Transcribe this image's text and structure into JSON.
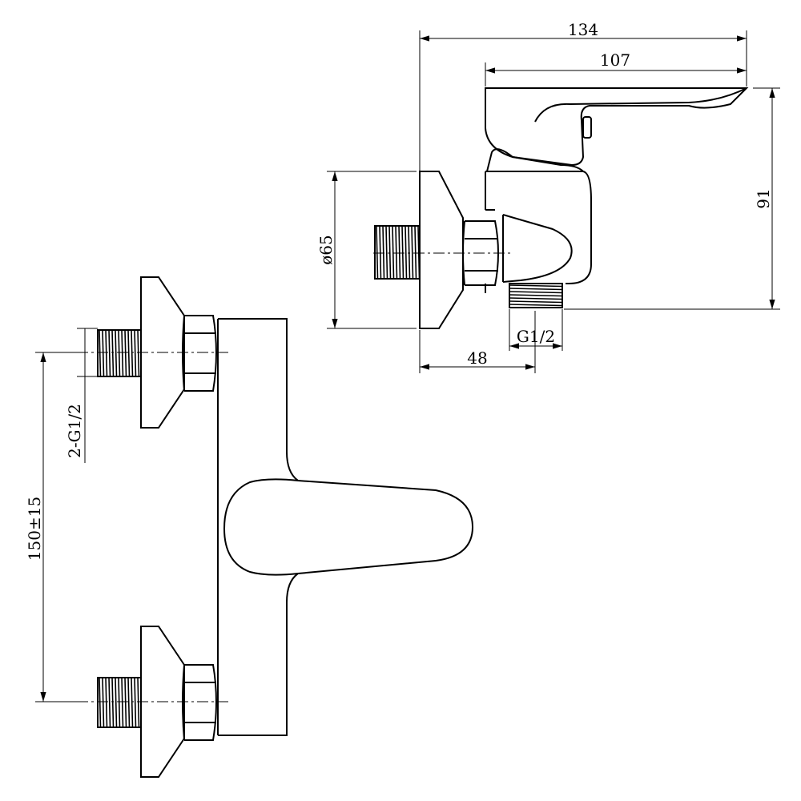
{
  "dimensions": {
    "overall_depth": "134",
    "handle_length": "107",
    "height": "91",
    "flange_diameter": "ø65",
    "outlet_offset": "48",
    "outlet_thread": "G1/2",
    "inlet_threads": "2-G1/2",
    "inlet_spacing": "150±15"
  },
  "views": [
    "side-view",
    "front-view"
  ]
}
